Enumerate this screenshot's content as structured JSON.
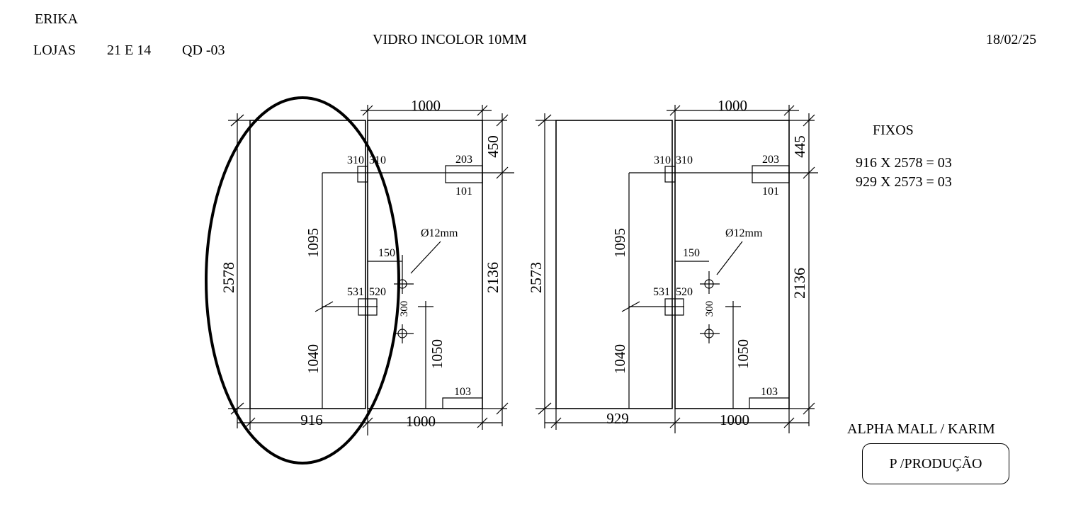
{
  "header": {
    "client": "ERIKA",
    "stores_label": "LOJAS",
    "stores_value": "21 E 14",
    "quadro": "QD -03",
    "glass_spec": "VIDRO INCOLOR 10MM",
    "date": "18/02/25"
  },
  "panels": [
    {
      "top_width": "1000",
      "right_height_top": "450",
      "total_height": "2578",
      "hinge_top_left": "310",
      "hinge_top_right": "310",
      "top_fitting_upper": "203",
      "top_fitting_lower": "101",
      "upper_leg": "1095",
      "hole_diameter": "Ø12mm",
      "hole_offset": "150",
      "hinge_mid_left": "531",
      "hinge_mid_right": "520",
      "hole_spacing": "300",
      "right_height": "2136",
      "lower_leg": "1040",
      "handle_height": "1050",
      "bottom_fitting": "103",
      "fixed_width": "916",
      "door_width": "1000"
    },
    {
      "top_width": "1000",
      "right_height_top": "445",
      "total_height": "2573",
      "hinge_top_left": "310",
      "hinge_top_right": "310",
      "top_fitting_upper": "203",
      "top_fitting_lower": "101",
      "upper_leg": "1095",
      "hole_diameter": "Ø12mm",
      "hole_offset": "150",
      "hinge_mid_left": "531",
      "hinge_mid_right": "520",
      "hole_spacing": "300",
      "right_height": "2136",
      "lower_leg": "1040",
      "handle_height": "1050",
      "bottom_fitting": "103",
      "fixed_width": "929",
      "door_width": "1000"
    }
  ],
  "fixed_panels": {
    "title": "FIXOS",
    "items": [
      "916 X 2578 = 03",
      "929 X 2573 = 03"
    ]
  },
  "footer": {
    "location": "ALPHA MALL / KARIM",
    "stamp": "P /PRODUÇÃO"
  }
}
